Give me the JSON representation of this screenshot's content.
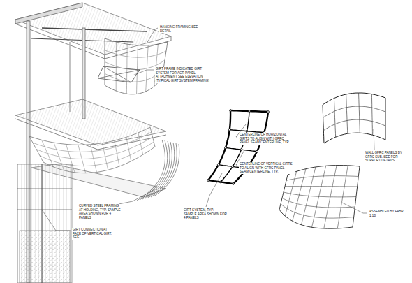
{
  "diagram": {
    "labels": [
      "HANGING FRAMING SEE DETAIL",
      "GIRT FRAME INDICATED GIRT SYSTEM FOR AGR PANEL ATTACHMENT SEE ELEVATION (TYPICAL GIRT SYSTEM FRAMING)",
      "GIRT CONNECTION AT FACE OF VERTICAL GIRT. SEE",
      "CURVED STEEL FRAMING AT HOLDING, TYP. SAMPLE AREA SHOWN FOR 4 PANELS",
      "CENTERLINE OF HORIZONTAL GIRTS TO ALIGN WITH GFRC PANEL SEAM CENTERLINE, TYP.",
      "CENTERLINE OF VERTICAL GIRTS TO ALIGN WITH GFRC PANEL SEAM CENTERLINE, TYP.",
      "GIRT SYSTEM, TYP. SAMPLE AREA SHOWN FOR 4 PANELS",
      "WALL GFRC PANELS BY GFRC SUB. SEE FOR SUPPORT DETAILS",
      "ASSEMBLED BY FABR. 1:10"
    ]
  }
}
